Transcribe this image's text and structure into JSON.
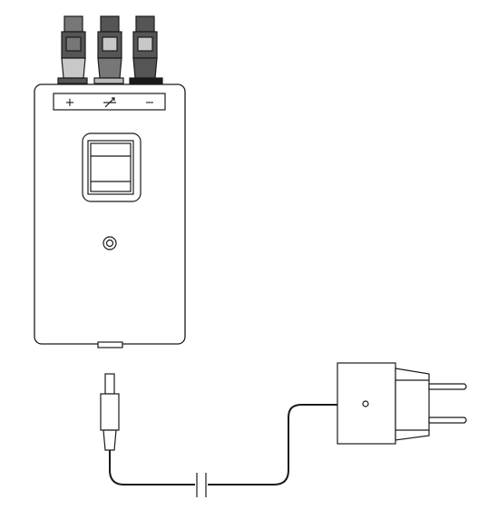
{
  "device": {
    "name": "power-supply-unit",
    "terminals": [
      {
        "label": "+",
        "color": "#555555"
      },
      {
        "label": "",
        "icon": "adjustable-voltage-icon",
        "color": "#bbbbbb"
      },
      {
        "label": "−",
        "color": "#1a1a1a"
      }
    ],
    "switch_icon": "rocker-switch",
    "knob_icon": "voltage-adjust-knob"
  },
  "adapter": {
    "plug": "dc-barrel-plug",
    "mains": "mains-wall-plug",
    "cable_break": true
  },
  "colors": {
    "stroke": "#1a1a1a",
    "plug_dark": "#555555",
    "plug_mid": "#777777",
    "plug_light": "#c8c8c8",
    "panel_bg": "#ffffff"
  }
}
